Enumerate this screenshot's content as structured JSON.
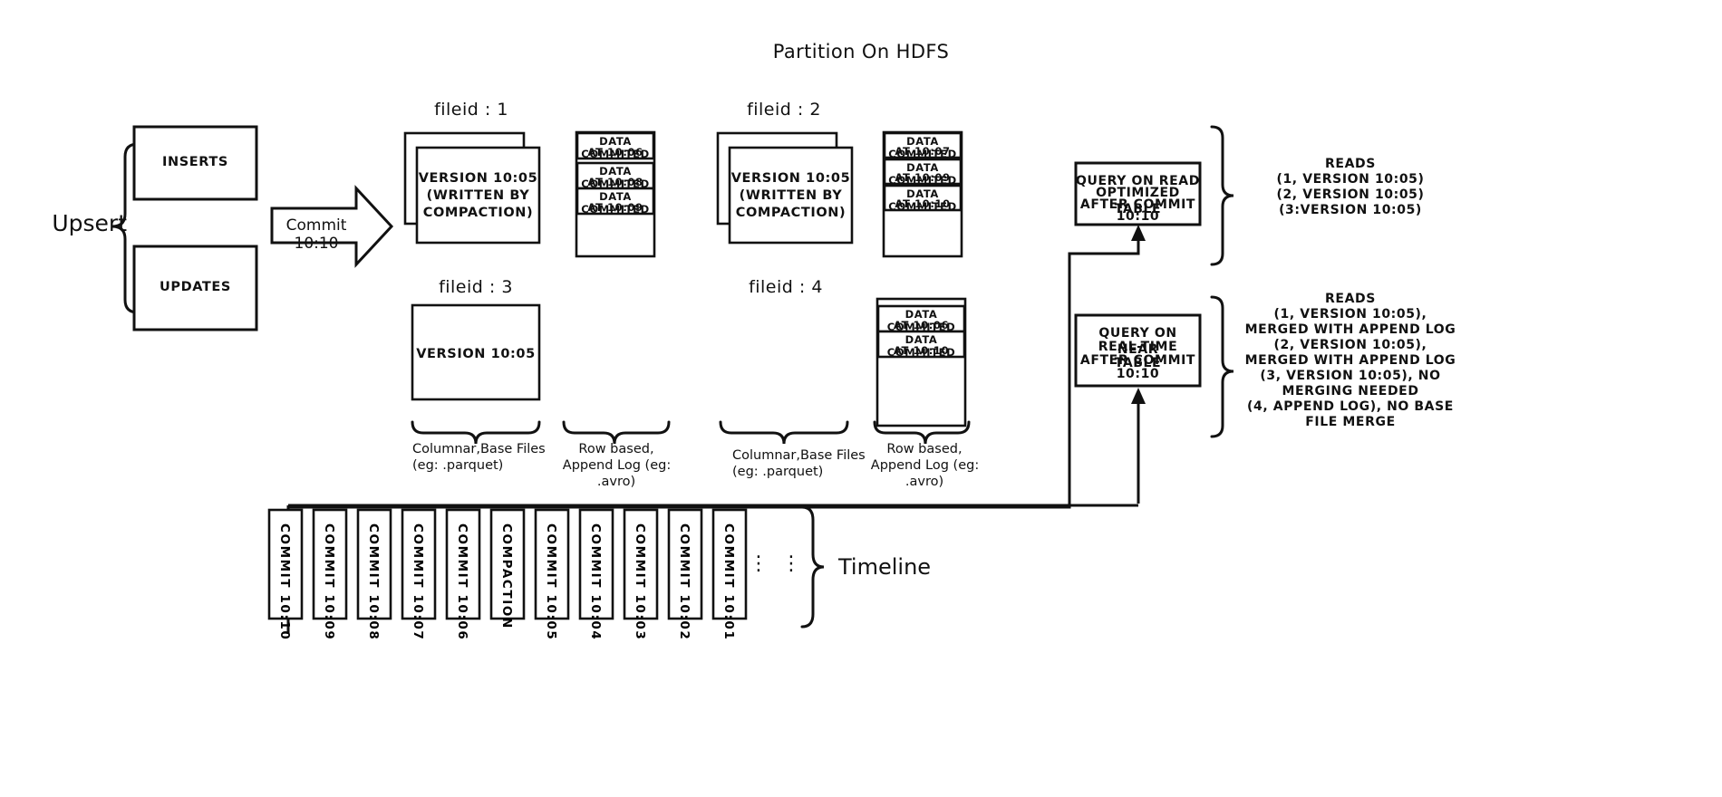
{
  "title": "Partition On HDFS",
  "upsert": {
    "label": "Upsert",
    "boxes": [
      {
        "label": "INSERTS"
      },
      {
        "label": "UPDATES"
      }
    ]
  },
  "commit_arrow": {
    "label": "Commit 10:10"
  },
  "filegroups": [
    {
      "id": "fileid-1",
      "header": "fileid : 1",
      "base_file_text": "VERSION 10:05\n(WRITTEN BY\nCOMPACTION)",
      "base_file_lines": [
        "VERSION 10:05",
        "(WRITTEN BY",
        "COMPACTION)"
      ],
      "stacked": true,
      "log_blocks": [
        "DATA COMMITED\nAT 10:06",
        "DATA COMMITED\nAT 10:08",
        "DATA COMMITED\nAT 10:09"
      ],
      "log_block_lines": [
        [
          "DATA COMMITED",
          "AT 10:06"
        ],
        [
          "DATA COMMITED",
          "AT 10:08"
        ],
        [
          "DATA COMMITED",
          "AT 10:09"
        ]
      ]
    },
    {
      "id": "fileid-2",
      "header": "fileid : 2",
      "base_file_lines": [
        "VERSION 10:05",
        "(WRITTEN BY",
        "COMPACTION)"
      ],
      "stacked": true,
      "log_block_lines": [
        [
          "DATA COMMITED",
          "AT 10:07"
        ],
        [
          "DATA COMMITED",
          "AT 10:09"
        ],
        [
          "DATA COMMITED",
          "AT 10:10"
        ]
      ]
    },
    {
      "id": "fileid-3",
      "header": "fileid : 3",
      "base_file_lines": [
        "VERSION 10:05"
      ],
      "stacked": false,
      "log_block_lines": []
    },
    {
      "id": "fileid-4",
      "header": "fileid : 4",
      "base_file_lines": [],
      "stacked": false,
      "log_block_lines": [
        [
          "DATA COMMITED",
          "AT 10:06"
        ],
        [
          "DATA COMMITED",
          "AT 10:10"
        ]
      ]
    }
  ],
  "captions": {
    "columnar_left": [
      "Columnar,Base Files",
      "(eg: .parquet)"
    ],
    "rowlog_left": [
      "Row based,",
      "Append Log  (eg:",
      ".avro)"
    ],
    "columnar_right": [
      "Columnar,Base Files",
      "(eg: .parquet)"
    ],
    "rowlog_right": [
      "Row based,",
      "Append Log  (eg:",
      ".avro)"
    ]
  },
  "queries": [
    {
      "id": "read-optimized",
      "lines": [
        "QUERY ON READ",
        "OPTIMIZED TABLE",
        "AFTER COMMIT",
        "10:10"
      ],
      "reads": [
        "READS",
        "(1, VERSION 10:05)",
        "(2, VERSION 10:05)",
        "(3:VERSION 10:05)"
      ]
    },
    {
      "id": "near-real-time",
      "lines": [
        "QUERY ON NEAR",
        "REAL-TIME TABLE",
        "AFTER COMMIT",
        "10:10"
      ],
      "reads": [
        "READS",
        "(1, VERSION 10:05),",
        "MERGED WITH APPEND LOG",
        "(2, VERSION 10:05),",
        "MERGED WITH APPEND LOG",
        "(3, VERSION 10:05), NO",
        "MERGING NEEDED",
        "(4, APPEND LOG), NO BASE",
        "FILE MERGE"
      ]
    }
  ],
  "timeline": {
    "label": "Timeline",
    "dots": [
      "⋮",
      "⋮"
    ],
    "items": [
      {
        "label": "COMMIT  10:10"
      },
      {
        "label": "COMMIT  10:09"
      },
      {
        "label": "COMMIT  10:08"
      },
      {
        "label": "COMMIT  10:07"
      },
      {
        "label": "COMMIT  10:06"
      },
      {
        "label": "COMPACTION"
      },
      {
        "label": "COMMIT  10:05"
      },
      {
        "label": "COMMIT  10:04"
      },
      {
        "label": "COMMIT  10:03"
      },
      {
        "label": "COMMIT  10:02"
      },
      {
        "label": "COMMIT  10:01"
      }
    ]
  },
  "colors": {
    "stroke": "#111111",
    "background": "#ffffff",
    "text": "#111111"
  }
}
